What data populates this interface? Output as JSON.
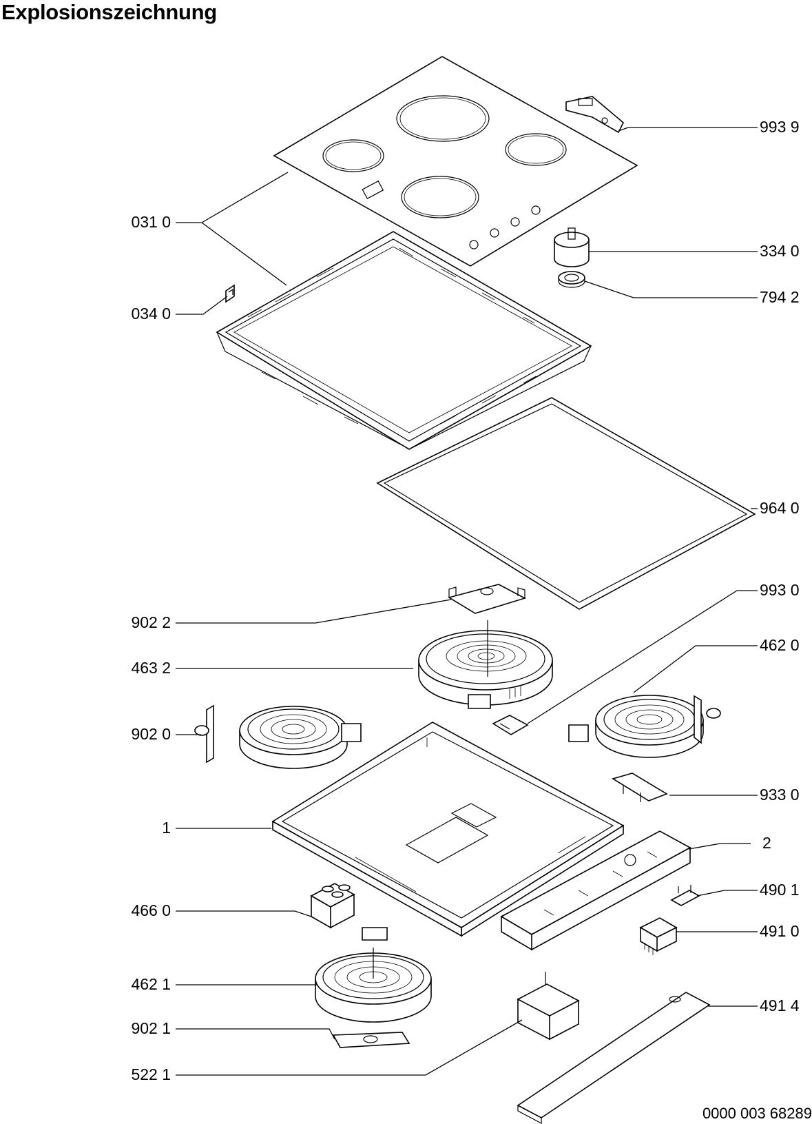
{
  "title": "Explosionszeichnung",
  "document_number": "0000 003 68289",
  "labels": {
    "l_031_0": "031 0",
    "l_034_0": "034 0",
    "l_902_2": "902 2",
    "l_463_2": "463 2",
    "l_902_0": "902 0",
    "l_1": "1",
    "l_466_0": "466 0",
    "l_462_1": "462 1",
    "l_902_1": "902 1",
    "l_522_1": "522 1",
    "r_993_9": "993 9",
    "r_334_0": "334 0",
    "r_794_2": "794 2",
    "r_964_0": "964 0",
    "r_993_0": "993 0",
    "r_462_0": "462 0",
    "r_933_0": "933 0",
    "r_2": "2",
    "r_490_1": "490 1",
    "r_491_0": "491 0",
    "r_491_4": "491 4"
  }
}
